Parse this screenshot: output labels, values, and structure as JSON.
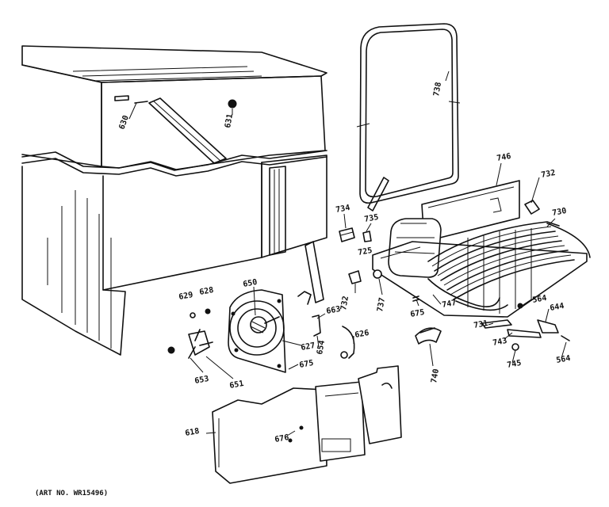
{
  "callouts": {
    "c630": "630",
    "c631": "631",
    "c738": "738",
    "c746": "746",
    "c732a": "732",
    "c734": "734",
    "c735": "735",
    "c725": "725",
    "c730": "730",
    "c650": "650",
    "c629": "629",
    "c628": "628",
    "c663": "663",
    "c732b": "732",
    "c737": "737",
    "c747": "747",
    "c675a": "675",
    "c564a": "564",
    "c644": "644",
    "c731": "731",
    "c743": "743",
    "c564b": "564",
    "c745": "745",
    "c627": "627",
    "c626": "626",
    "c654": "654",
    "c675b": "675",
    "c740": "740",
    "c653": "653",
    "c651": "651",
    "c618": "618",
    "c676": "676"
  },
  "art_number": "(ART NO. WR15496)"
}
